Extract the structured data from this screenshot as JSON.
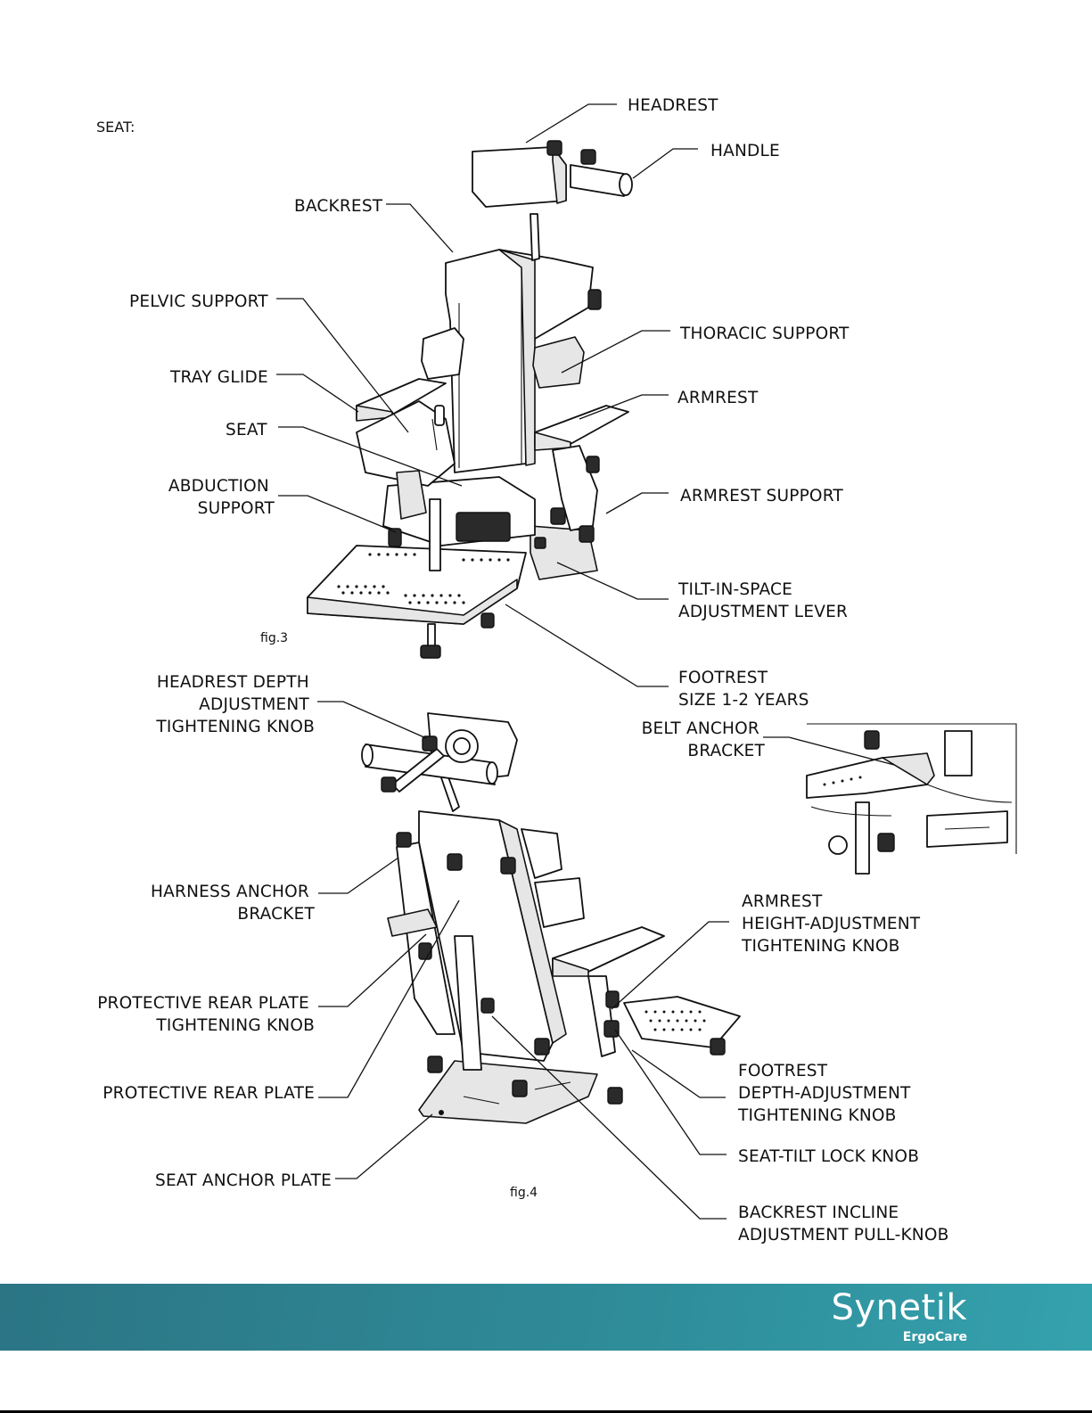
{
  "section_title": "SEAT:",
  "figures": {
    "fig3": {
      "caption": "fig.3",
      "labels": {
        "headrest": "HEADREST",
        "handle": "HANDLE",
        "backrest": "BACKREST",
        "pelvic_support": "PELVIC SUPPORT",
        "thoracic_support": "THORACIC SUPPORT",
        "tray_glide": "TRAY GLIDE",
        "armrest": "ARMREST",
        "seat": "SEAT",
        "abduction_support": [
          "ABDUCTION",
          "SUPPORT"
        ],
        "armrest_support": "ARMREST SUPPORT",
        "tilt_in_space": [
          "TILT-IN-SPACE",
          "ADJUSTMENT LEVER"
        ],
        "footrest_size": [
          "FOOTREST",
          "SIZE 1-2 YEARS"
        ]
      }
    },
    "fig4": {
      "caption": "fig.4",
      "labels": {
        "headrest_depth": [
          "HEADREST DEPTH",
          "ADJUSTMENT",
          "TIGHTENING KNOB"
        ],
        "belt_anchor": [
          "BELT ANCHOR",
          "BRACKET"
        ],
        "harness_anchor": [
          "HARNESS ANCHOR",
          "BRACKET"
        ],
        "armrest_height": [
          "ARMREST",
          "HEIGHT-ADJUSTMENT",
          "TIGHTENING KNOB"
        ],
        "protective_plate_knob": [
          "PROTECTIVE REAR PLATE",
          "TIGHTENING KNOB"
        ],
        "footrest_depth": [
          "FOOTREST",
          "DEPTH-ADJUSTMENT",
          "TIGHTENING KNOB"
        ],
        "protective_plate": "PROTECTIVE REAR PLATE",
        "seat_tilt_lock": "SEAT-TILT LOCK KNOB",
        "seat_anchor_plate": "SEAT ANCHOR PLATE",
        "backrest_incline": [
          "BACKREST INCLINE",
          "ADJUSTMENT PULL-KNOB"
        ]
      }
    }
  },
  "footer": {
    "brand": "Synetik",
    "sub": "ErgoCare"
  }
}
